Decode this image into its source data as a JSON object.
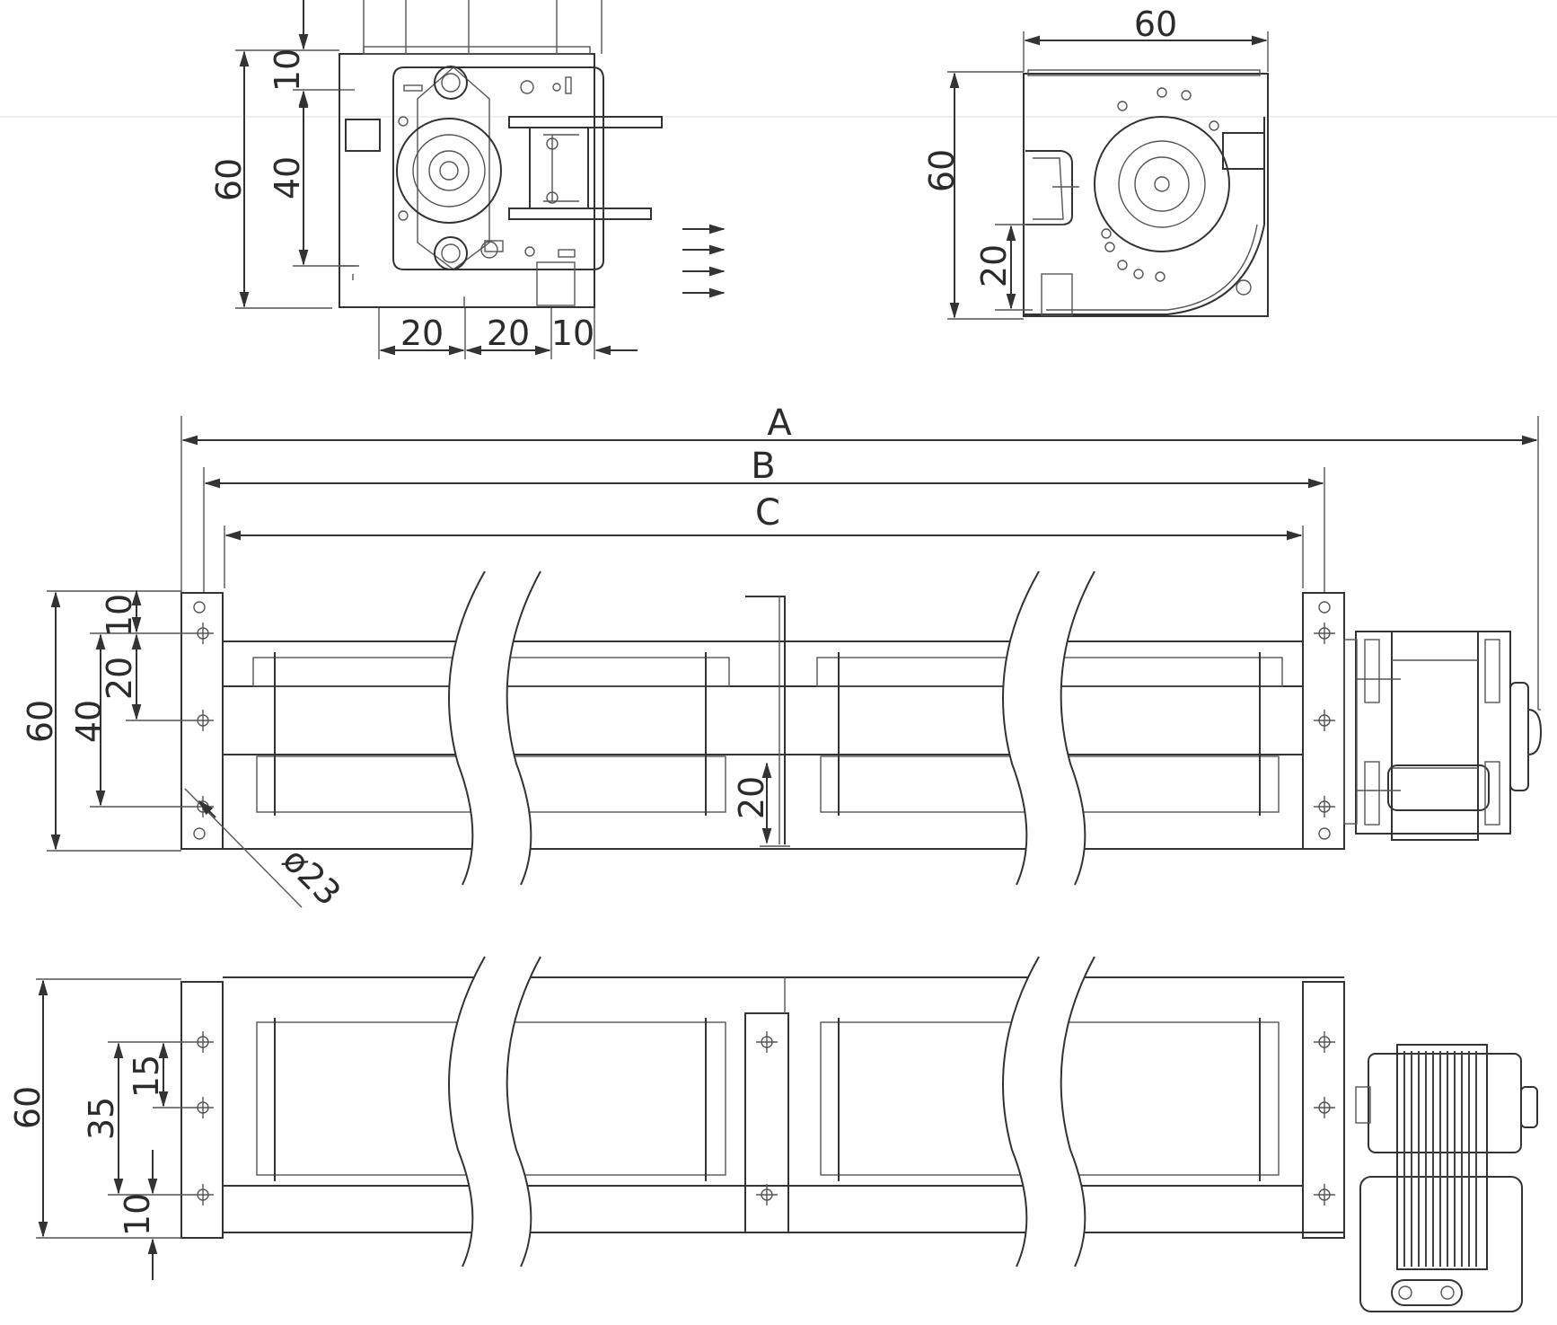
{
  "diagram": {
    "colors": {
      "line": "#333333",
      "text": "#2b2b2b",
      "background": "#ffffff"
    },
    "left_end_view": {
      "dims": {
        "top": "10",
        "middle": "40",
        "height": "60",
        "bottom_a": "20",
        "bottom_b": "20",
        "bottom_c": "10"
      }
    },
    "right_end_view": {
      "dims": {
        "width": "60",
        "height": "60",
        "outlet": "20"
      }
    },
    "front_view": {
      "dims": {
        "overall": "A",
        "mounting": "B",
        "rotor": "C",
        "height": "60",
        "hole_top": "10",
        "hole_a": "20",
        "hole_span": "40",
        "center_bracket": "20",
        "hole_dia": "ø23"
      }
    },
    "top_view": {
      "dims": {
        "height": "60",
        "span": "35",
        "pitch": "15",
        "edge": "10"
      }
    }
  }
}
